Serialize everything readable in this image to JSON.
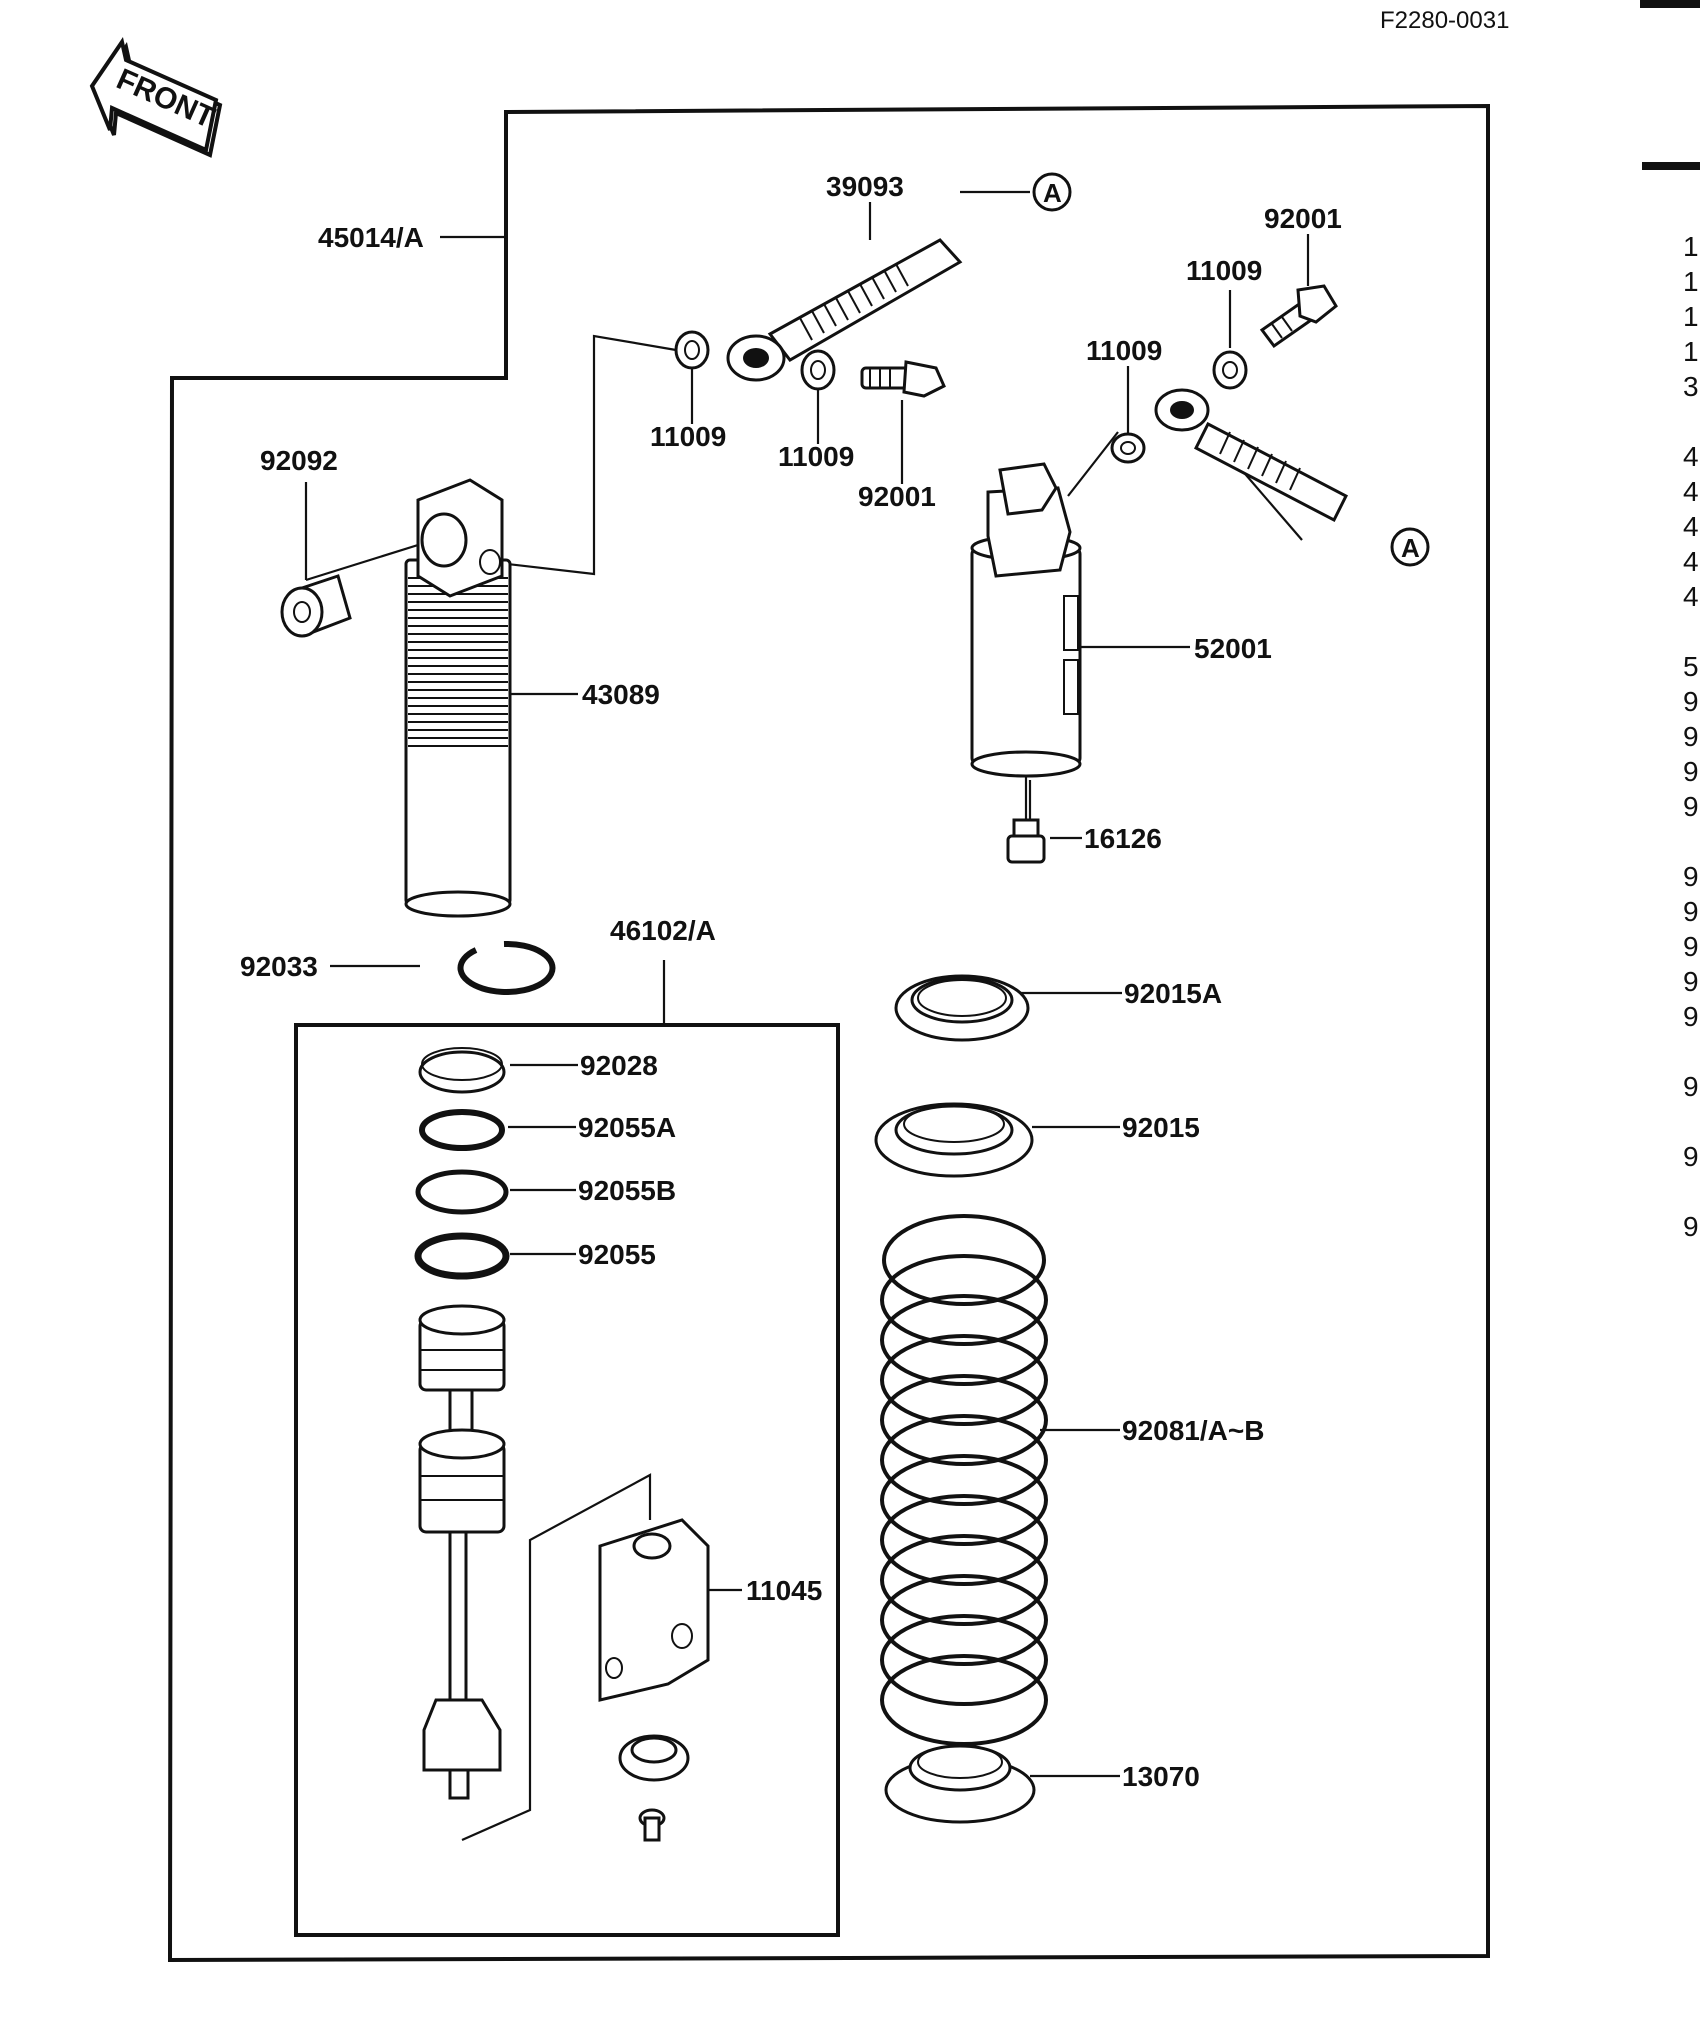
{
  "figure_code": "F2280-0031",
  "front_label": "FRONT",
  "callout_letter": "A",
  "labels": {
    "p45014A": "45014/A",
    "p39093": "39093",
    "p92001_top": "92001",
    "p11009_top": "11009",
    "p11009_mid": "11009",
    "p11009_a": "11009",
    "p11009_b": "11009",
    "p92001_mid": "92001",
    "p92092": "92092",
    "p43089": "43089",
    "p52001": "52001",
    "p16126": "16126",
    "p46102A": "46102/A",
    "p92033": "92033",
    "p92015A": "92015A",
    "p92028": "92028",
    "p92055A": "92055A",
    "p92055B": "92055B",
    "p92055": "92055",
    "p92015": "92015",
    "p92081": "92081/A~B",
    "p11045": "11045",
    "p13070": "13070"
  },
  "right_edge_chars": [
    "1",
    "1",
    "1",
    "1",
    "3",
    "4",
    "4",
    "4",
    "4",
    "4",
    "5",
    "9",
    "9",
    "9",
    "9",
    "9",
    "9",
    "9",
    "9",
    "9",
    "9",
    "9",
    "9"
  ]
}
